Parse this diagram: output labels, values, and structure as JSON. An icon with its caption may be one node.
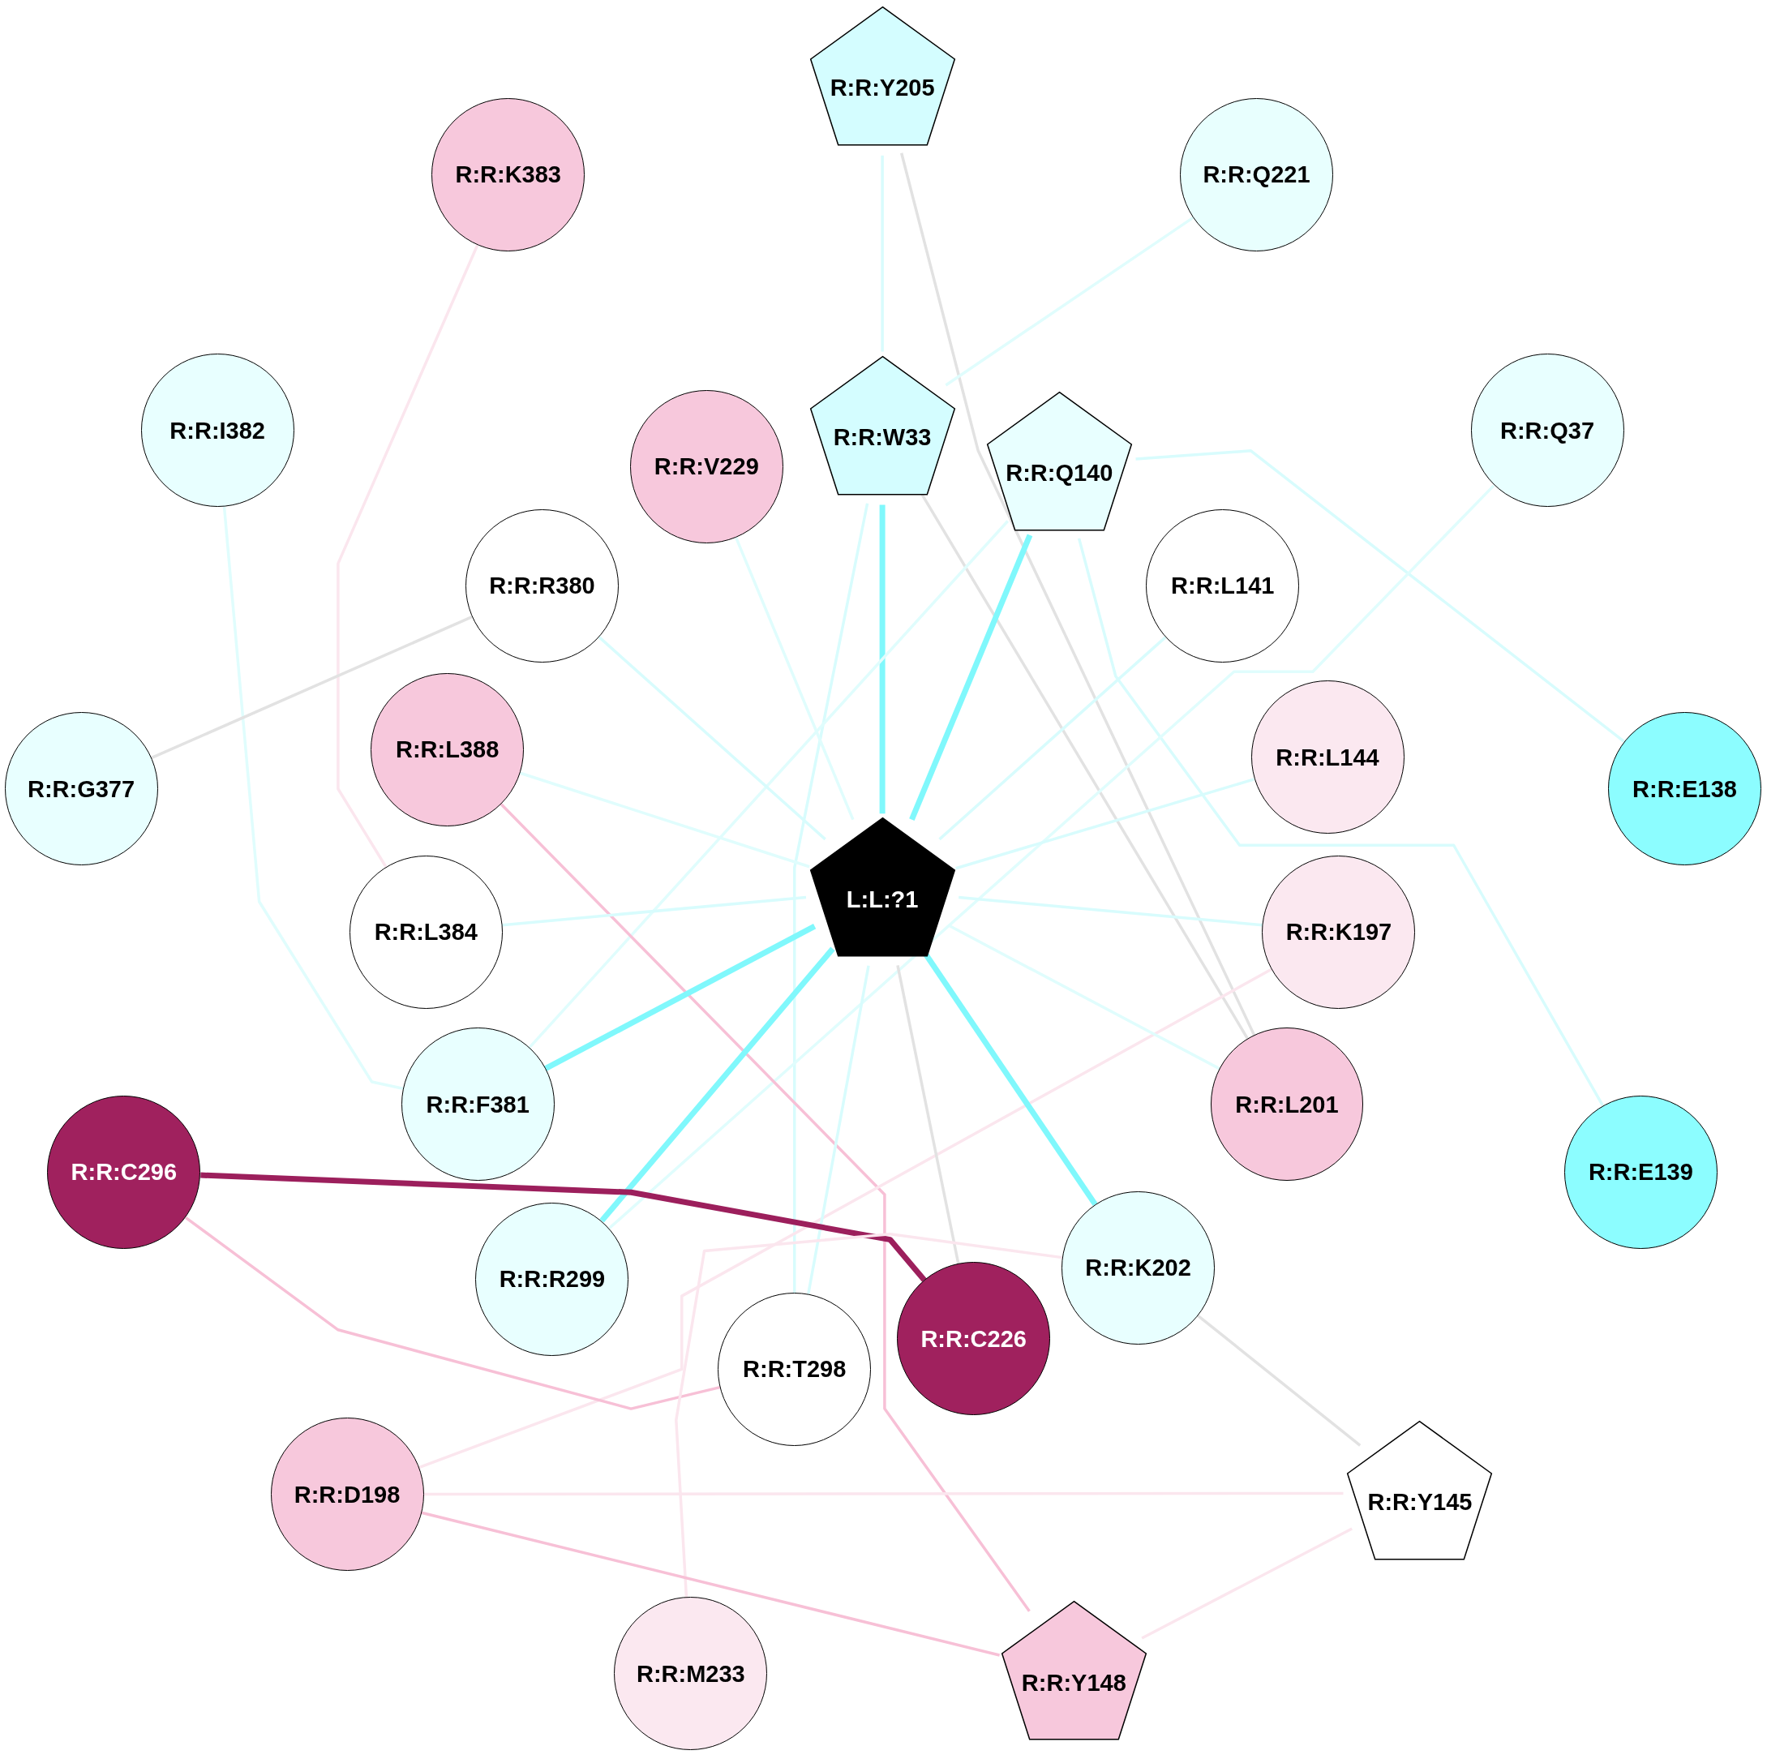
{
  "diagram": {
    "nodes": [
      {
        "text": [
          "R:R:Y205"
        ]
      },
      {
        "text": [
          "R:R:K383"
        ]
      },
      {
        "text": [
          "R:R:Q221"
        ]
      },
      {
        "text": [
          "R:R:I382"
        ]
      },
      {
        "text": [
          "R:R:V229"
        ]
      },
      {
        "text": [
          "R:R:W33"
        ]
      },
      {
        "text": [
          "R:R:Q140"
        ]
      },
      {
        "text": [
          "R:R:Q37"
        ]
      },
      {
        "text": [
          "R:R:R380"
        ]
      },
      {
        "text": [
          "R:R:L141"
        ]
      },
      {
        "text": [
          "R:R:L388"
        ]
      },
      {
        "text": [
          "R:R:L144"
        ]
      },
      {
        "text": [
          "R:R:G377"
        ]
      },
      {
        "text": [
          "R:R:E138"
        ]
      },
      {
        "text": [
          "L:L:?1"
        ]
      },
      {
        "text": [
          "R:R:L384"
        ]
      },
      {
        "text": [
          "R:R:K197"
        ]
      },
      {
        "text": [
          "R:R:F381"
        ]
      },
      {
        "text": [
          "R:R:L201"
        ]
      },
      {
        "text": [
          "R:R:C296"
        ]
      },
      {
        "text": [
          "R:R:E139"
        ]
      },
      {
        "text": [
          "R:R:R299"
        ]
      },
      {
        "text": [
          "R:R:K202"
        ]
      },
      {
        "text": [
          "R:R:T298"
        ]
      },
      {
        "text": [
          "R:R:C226"
        ]
      },
      {
        "text": [
          "R:R:D198"
        ]
      },
      {
        "text": [
          "R:R:Y145"
        ]
      },
      {
        "text": [
          "R:R:M233"
        ]
      },
      {
        "text": [
          "R:R:Y148"
        ]
      }
    ],
    "edges": [
      {
        "from": 0,
        "to": 5,
        "arrow": "none",
        "color": "#d8fcfd"
      },
      {
        "from": 0,
        "to": 18,
        "arrow": "none",
        "color": "#e2e2e2"
      },
      {
        "from": 1,
        "to": 15,
        "arrow": "none",
        "color": "#fbe6ee"
      },
      {
        "from": 2,
        "to": 5,
        "arrow": "none",
        "color": "#e0fdfd"
      },
      {
        "from": 3,
        "to": 17,
        "arrow": "none",
        "color": "#e0fdfd"
      },
      {
        "from": 5,
        "to": 14,
        "arrow": "none",
        "style": "thick",
        "color": "#80f8fc"
      },
      {
        "from": 5,
        "to": 23,
        "arrow": "none",
        "color": "#d8fcfd"
      },
      {
        "from": 5,
        "to": 18,
        "arrow": "none",
        "color": "#e2e2e2"
      },
      {
        "from": 6,
        "to": 14,
        "arrow": "none",
        "style": "thick",
        "color": "#80f8fc"
      },
      {
        "from": 6,
        "to": 17,
        "arrow": "none",
        "color": "#e0fdfd"
      },
      {
        "from": 6,
        "to": 13,
        "arrow": "none",
        "color": "#d8fcfd"
      },
      {
        "from": 6,
        "to": 20,
        "arrow": "none",
        "color": "#d8fcfd"
      },
      {
        "from": 7,
        "to": 21,
        "arrow": "none",
        "color": "#e0fdfd"
      },
      {
        "from": 9,
        "to": 14,
        "arrow": "none",
        "color": "#d8fcfd"
      },
      {
        "from": 4,
        "to": 14,
        "arrow": "none",
        "color": "#e0fdfd"
      },
      {
        "from": 8,
        "to": 12,
        "arrow": "none",
        "color": "#e2e2e2"
      },
      {
        "from": 8,
        "to": 14,
        "arrow": "none",
        "color": "#d8fcfd"
      },
      {
        "from": 10,
        "to": 14,
        "arrow": "none",
        "color": "#e0fdfd"
      },
      {
        "from": 10,
        "to": 28,
        "arrow": "none",
        "color": "#f7c0d6"
      },
      {
        "from": 11,
        "to": 14,
        "arrow": "none",
        "color": "#d8fcfd"
      },
      {
        "from": 15,
        "to": 14,
        "arrow": "none",
        "color": "#d8fcfd"
      },
      {
        "from": 16,
        "to": 14,
        "arrow": "none",
        "color": "#d8fcfd"
      },
      {
        "from": 16,
        "to": 25,
        "arrow": "none",
        "color": "#fbe6ee"
      },
      {
        "from": 18,
        "to": 14,
        "arrow": "none",
        "color": "#e0fdfd"
      },
      {
        "from": 17,
        "to": 14,
        "arrow": "none",
        "style": "thick",
        "color": "#80f8fc"
      },
      {
        "from": 21,
        "to": 14,
        "arrow": "none",
        "style": "thick",
        "color": "#80f8fc"
      },
      {
        "from": 22,
        "to": 14,
        "arrow": "none",
        "style": "thick",
        "color": "#80f8fc"
      },
      {
        "from": 23,
        "to": 14,
        "arrow": "none",
        "color": "#d8fcfd"
      },
      {
        "from": 24,
        "to": 14,
        "arrow": "none",
        "color": "#e2e2e2"
      },
      {
        "from": 19,
        "to": 24,
        "arrow": "none",
        "style": "thick",
        "color": "#9c1f5c"
      },
      {
        "from": 19,
        "to": 23,
        "arrow": "none",
        "color": "#f7c0d6"
      },
      {
        "from": 22,
        "to": 27,
        "arrow": "none",
        "color": "#fbe6ee"
      },
      {
        "from": 22,
        "to": 26,
        "arrow": "none",
        "color": "#e2e2e2"
      },
      {
        "from": 25,
        "to": 26,
        "arrow": "none",
        "color": "#fbe6ee"
      },
      {
        "from": 25,
        "to": 28,
        "arrow": "none",
        "color": "#f7c0d6"
      },
      {
        "from": 26,
        "to": 28,
        "arrow": "none",
        "color": "#fbe6ee"
      }
    ]
  }
}
